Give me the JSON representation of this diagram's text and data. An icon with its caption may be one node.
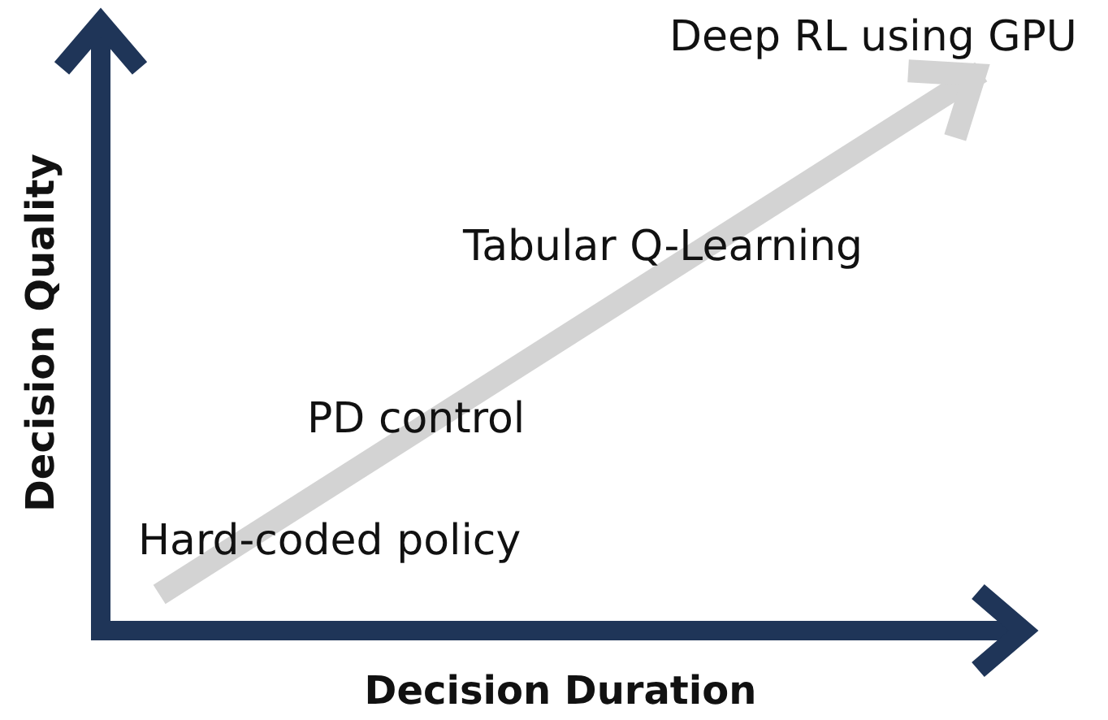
{
  "diagram": {
    "labels": [
      "Deep RL using GPU",
      "Tabular Q-Learning",
      "PD control",
      "Hard-coded policy",
      "Decision Quality",
      "Decision Duration"
    ]
  }
}
